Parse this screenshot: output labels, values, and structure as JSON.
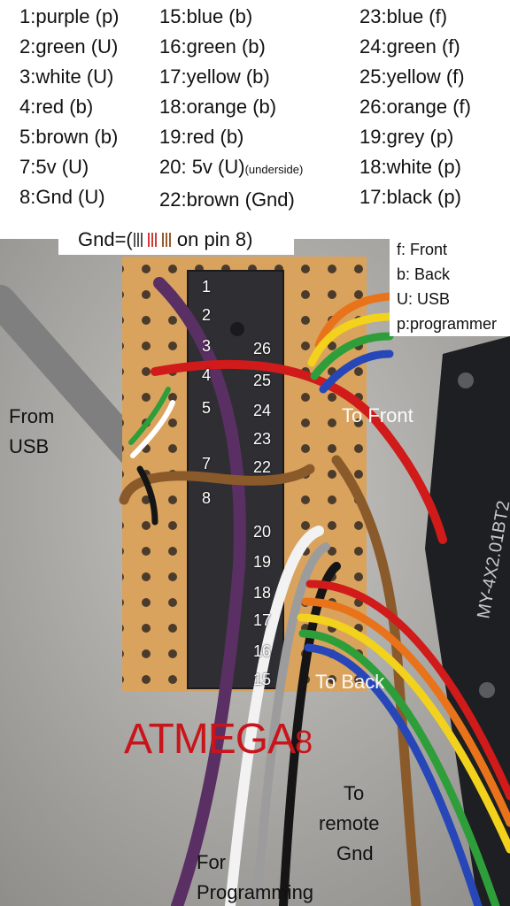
{
  "legend": {
    "col1": [
      "1:purple (p)",
      "2:green (U)",
      "3:white (U)",
      "4:red (b)",
      "5:brown (b)",
      "7:5v (U)",
      "8:Gnd (U)"
    ],
    "col2": [
      "15:blue (b)",
      "16:green (b)",
      "17:yellow (b)",
      "18:orange (b)",
      "19:red (b)",
      "20: 5v (U)",
      "22:brown (Gnd)"
    ],
    "col2_underside": "(underside)",
    "col3": [
      "23:blue (f)",
      "24:green (f)",
      "25:yellow (f)",
      "26:orange (f)",
      "19:grey (p)",
      "18:white (p)",
      "17:black (p)"
    ]
  },
  "gnd_note": {
    "prefix": "Gnd=(",
    "suffix": " on pin 8)"
  },
  "gnd_bar_colors": [
    "#555555",
    "#555555",
    "#555555",
    "#d23a3a",
    "#d23a3a",
    "#d23a3a",
    "#9a5b2a",
    "#9a5b2a",
    "#9a5b2a"
  ],
  "key": [
    "f: Front",
    "b: Back",
    "U: USB",
    "p:programmer"
  ],
  "labels": {
    "from": "From",
    "usb": "USB",
    "to_front": "To Front",
    "to_back": "To Back",
    "to": "To",
    "remote": "remote",
    "gnd": "Gnd",
    "for": "For",
    "programming": "Programming"
  },
  "pins_left": [
    "1",
    "2",
    "3",
    "4",
    "5",
    "7",
    "8"
  ],
  "pins_right": [
    "26",
    "25",
    "24",
    "23",
    "22",
    "20",
    "19",
    "18",
    "17",
    "16",
    "15"
  ],
  "chip": {
    "name": "ATMEGA",
    "suffix": "8"
  },
  "pcb_marking": "MY-4X2.01BT2",
  "colors": {
    "board": "#d9a35e",
    "chip": "#2f2f33",
    "chip_label": "#c8151b"
  }
}
